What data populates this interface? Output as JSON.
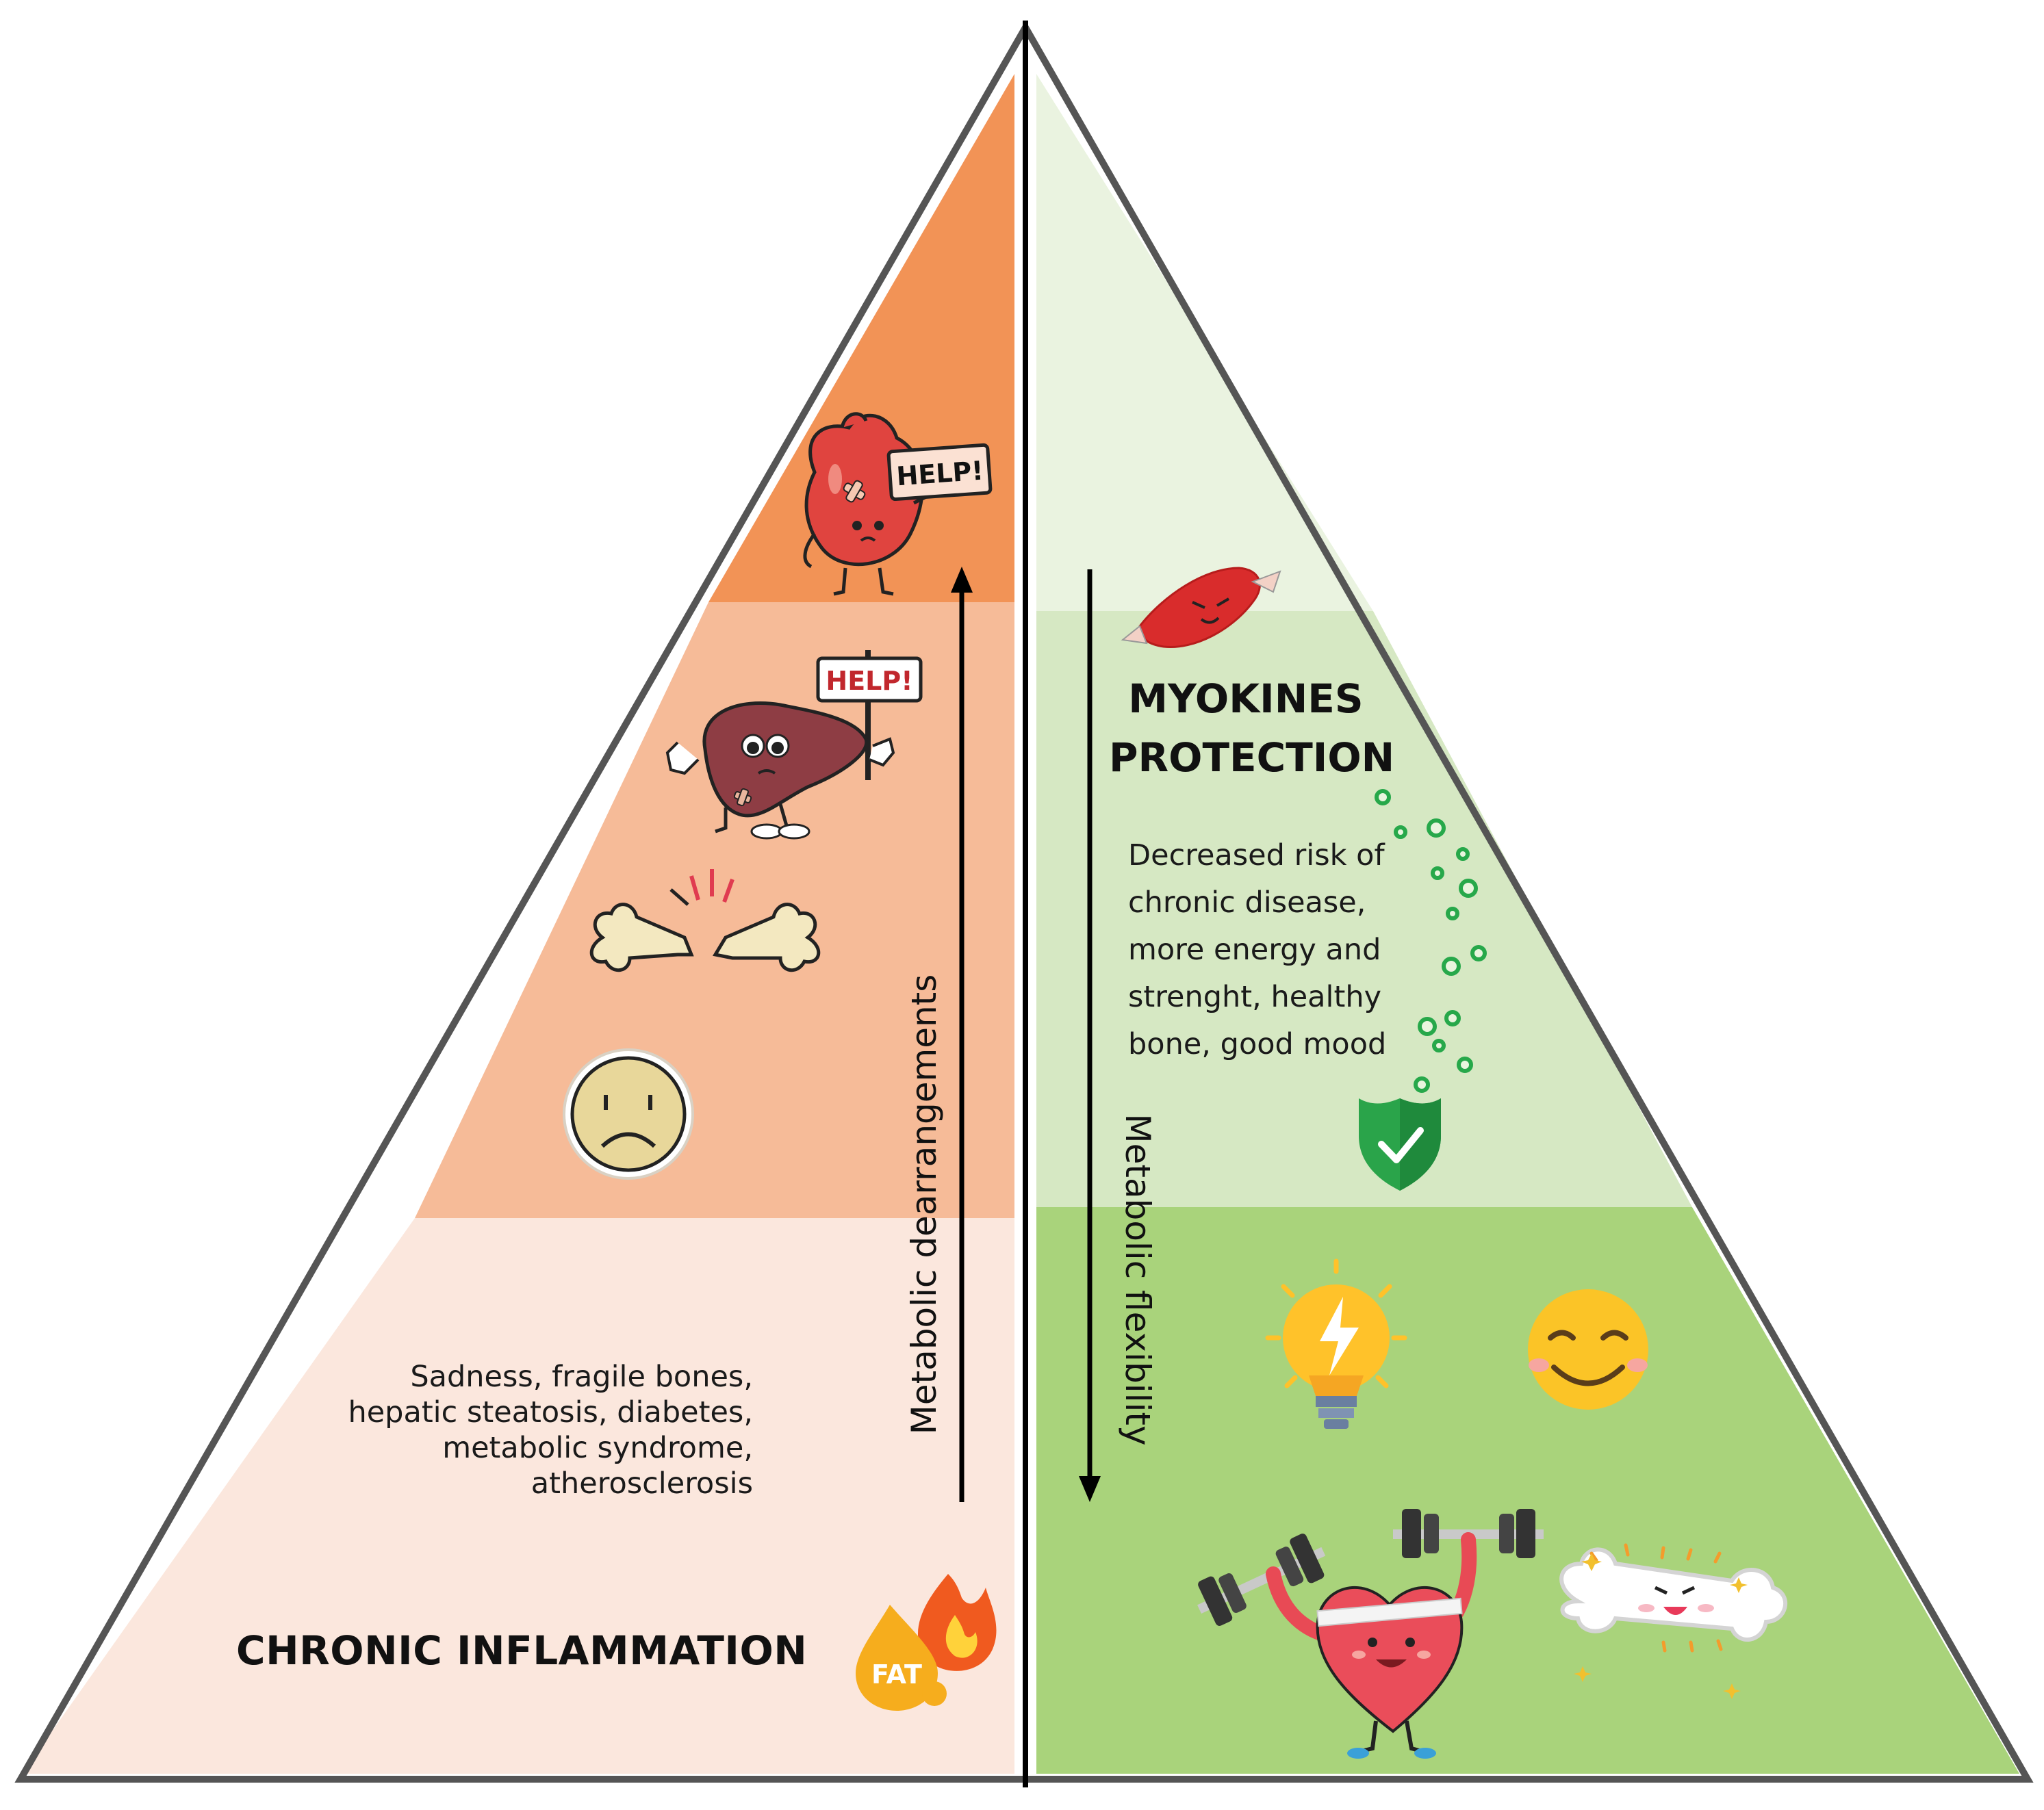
{
  "colors": {
    "left_top": "#f29356",
    "left_mid": "#f6bb98",
    "left_bottom": "#fbe7dd",
    "right_top": "#eaf3e0",
    "right_mid": "#d6e8c3",
    "right_bottom": "#a9d37b",
    "outline": "#555555",
    "divider": "#000000"
  },
  "left": {
    "title": "CHRONIC INFLAMMATION",
    "description": [
      "Sadness, fragile bones,",
      "hepatic steatosis, diabetes,",
      "metabolic syndrome,",
      "atherosclerosis"
    ],
    "arrow_label": "Metabolic dearrangements",
    "help_heart": "HELP!",
    "help_liver": "HELP!",
    "fat_label": "FAT"
  },
  "right": {
    "title_line1": "MYOKINES",
    "title_line2": "PROTECTION",
    "description": [
      "Decreased risk of",
      "chronic disease,",
      "more energy and",
      "strenght, healthy",
      "bone, good mood"
    ],
    "arrow_label": "Metabolic flexibility"
  },
  "icons": {
    "left": [
      "sad-heart-icon",
      "sad-liver-icon",
      "broken-bone-icon",
      "sad-face-icon",
      "fat-flame-icon"
    ],
    "right": [
      "muscle-icon",
      "bubbles-icon",
      "shield-check-icon",
      "lightbulb-icon",
      "smile-face-icon",
      "heart-dumbbell-icon",
      "happy-bone-icon"
    ]
  }
}
